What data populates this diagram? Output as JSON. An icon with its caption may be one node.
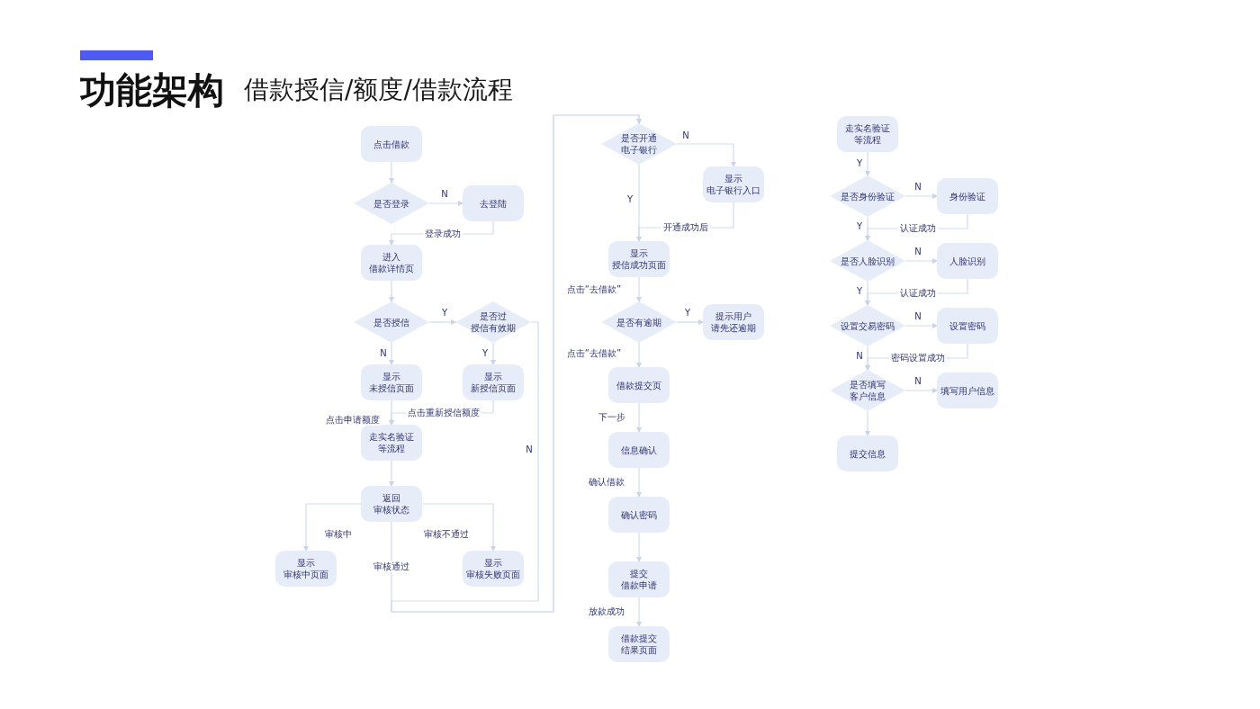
{
  "diagram": {
    "title": "功能架构",
    "nodes": [
      {
        "text": [
          "点击借款"
        ]
      },
      {
        "text": [
          "是否登录"
        ]
      },
      {
        "text": [
          "去登陆"
        ]
      },
      {
        "text": [
          "进入借款详情页"
        ]
      },
      {
        "text": [
          "是否授信"
        ]
      },
      {
        "text": [
          "是否过授信有效期"
        ]
      },
      {
        "text": [
          "显示未授信页面"
        ]
      },
      {
        "text": [
          "显示新授信页面"
        ]
      },
      {
        "text": [
          "走实名验证等流程"
        ]
      },
      {
        "text": [
          "返回审核状态"
        ]
      },
      {
        "text": [
          "显示审核中页面"
        ]
      },
      {
        "text": [
          "显示审核失败页面"
        ]
      },
      {
        "text": [
          "是否开通电子银行"
        ]
      },
      {
        "text": [
          "显示电子银行入口"
        ]
      },
      {
        "text": [
          "显示授信成功页面"
        ]
      },
      {
        "text": [
          "是否有逾期"
        ]
      },
      {
        "text": [
          "提示用户请先还逾期"
        ]
      },
      {
        "text": [
          "借款提交页"
        ]
      },
      {
        "text": [
          "信息确认"
        ]
      },
      {
        "text": [
          "确认密码"
        ]
      },
      {
        "text": [
          "提交借款申请"
        ]
      },
      {
        "text": [
          "借款提交结果页面"
        ]
      },
      {
        "text": [
          "走实名验证等流程"
        ]
      },
      {
        "text": [
          "是否身份验证"
        ]
      },
      {
        "text": [
          "身份验证"
        ]
      },
      {
        "text": [
          "是否人脸识别"
        ]
      },
      {
        "text": [
          "人脸识别"
        ]
      },
      {
        "text": [
          "设置交易密码"
        ]
      },
      {
        "text": [
          "设置密码"
        ]
      },
      {
        "text": [
          "是否填写客户信息"
        ]
      },
      {
        "text": [
          "填写用户信息"
        ]
      },
      {
        "text": [
          "提交信息"
        ]
      }
    ],
    "edges": [
      {
        "from": 0,
        "to": 1,
        "arrow": "to"
      },
      {
        "from": 1,
        "to": 2,
        "arrow": "to",
        "label": "N"
      },
      {
        "from": 2,
        "to": 3,
        "arrow": "to",
        "label": "登录成功"
      },
      {
        "from": 3,
        "to": 4,
        "arrow": "to"
      },
      {
        "from": 4,
        "to": 5,
        "arrow": "to",
        "label": "Y"
      },
      {
        "from": 4,
        "to": 6,
        "arrow": "to",
        "label": "N"
      },
      {
        "from": 5,
        "to": 7,
        "arrow": "to",
        "label": "Y"
      },
      {
        "from": 5,
        "to": 12,
        "arrow": "to",
        "label": "N"
      },
      {
        "from": 6,
        "to": 8,
        "arrow": "to",
        "label": "点击申请额度"
      },
      {
        "from": 7,
        "to": 8,
        "arrow": "to",
        "label": "点击重新授信额度"
      },
      {
        "from": 8,
        "to": 9,
        "arrow": "to"
      },
      {
        "from": 9,
        "to": 10,
        "arrow": "to",
        "label": "审核中"
      },
      {
        "from": 9,
        "to": 11,
        "arrow": "to",
        "label": "审核不通过"
      },
      {
        "from": 9,
        "to": 12,
        "arrow": "to",
        "label": "审核通过"
      },
      {
        "from": 12,
        "to": 13,
        "arrow": "to",
        "label": "N"
      },
      {
        "from": 12,
        "to": 14,
        "arrow": "to",
        "label": "Y"
      },
      {
        "from": 13,
        "to": 14,
        "arrow": "to",
        "label": "开通成功后"
      },
      {
        "from": 14,
        "to": 15,
        "arrow": "to",
        "label": "点击“去借款”"
      },
      {
        "from": 15,
        "to": 16,
        "arrow": "to",
        "label": "Y"
      },
      {
        "from": 15,
        "to": 17,
        "arrow": "to",
        "label": "点击“去借款”"
      },
      {
        "from": 17,
        "to": 18,
        "arrow": "to",
        "label": "下一步"
      },
      {
        "from": 18,
        "to": 19,
        "arrow": "to",
        "label": "确认借款"
      },
      {
        "from": 19,
        "to": 20,
        "arrow": "to"
      },
      {
        "from": 20,
        "to": 21,
        "arrow": "to",
        "label": "放款成功"
      },
      {
        "from": 22,
        "to": 23,
        "arrow": "to",
        "label": "Y"
      },
      {
        "from": 23,
        "to": 24,
        "arrow": "to",
        "label": "N"
      },
      {
        "from": 23,
        "to": 25,
        "arrow": "to",
        "label": "Y"
      },
      {
        "from": 24,
        "to": 25,
        "arrow": "to",
        "label": "认证成功"
      },
      {
        "from": 25,
        "to": 26,
        "arrow": "to",
        "label": "N"
      },
      {
        "from": 25,
        "to": 27,
        "arrow": "to",
        "label": "Y"
      },
      {
        "from": 26,
        "to": 27,
        "arrow": "to",
        "label": "认证成功"
      },
      {
        "from": 27,
        "to": 28,
        "arrow": "to",
        "label": "N"
      },
      {
        "from": 27,
        "to": 29,
        "arrow": "to",
        "label": "N"
      },
      {
        "from": 28,
        "to": 29,
        "arrow": "to",
        "label": "密码设置成功"
      },
      {
        "from": 29,
        "to": 30,
        "arrow": "to",
        "label": "N"
      },
      {
        "from": 29,
        "to": 31,
        "arrow": "to"
      }
    ],
    "labels": [
      "借款授信/额度/借款流程"
    ]
  }
}
